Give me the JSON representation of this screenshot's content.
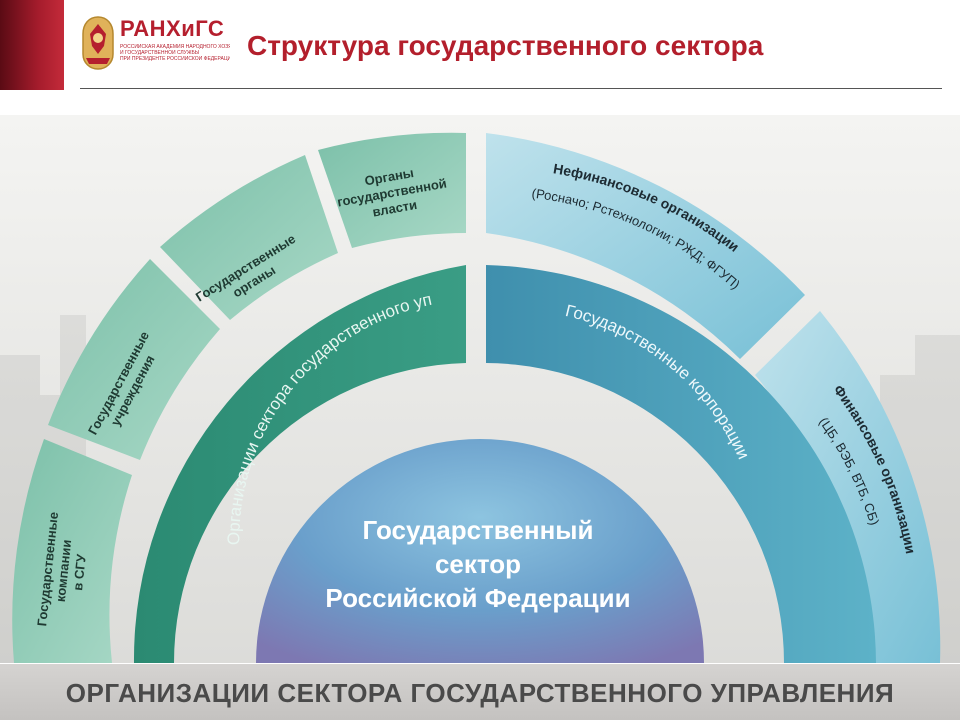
{
  "header": {
    "logo_text": "РАНХиГС",
    "logo_subtitle_lines": [
      "РОССИЙСКАЯ АКАДЕМИЯ НАРОДНОГО ХОЗЯЙСТВА",
      "И ГОСУДАРСТВЕННОЙ СЛУЖБЫ",
      "ПРИ ПРЕЗИДЕНТЕ РОССИЙСКОЙ ФЕДЕРАЦИИ"
    ],
    "title": "Структура государственного сектора"
  },
  "diagram": {
    "center_lines": [
      "Государственный",
      "сектор",
      "Российской Федерации"
    ],
    "ring_left": "Организации сектора государственного управления",
    "ring_right": "Государственные корпорации",
    "left_segments": [
      {
        "lines": [
          "Государственные",
          "компании",
          "в СГУ"
        ]
      },
      {
        "lines": [
          "Государственные",
          "учреждения"
        ]
      },
      {
        "lines": [
          "Государственные",
          "органы"
        ]
      },
      {
        "lines": [
          "Органы",
          "государственной",
          "власти"
        ]
      }
    ],
    "right_segments": [
      {
        "title": "Нефинансовые организации",
        "detail": "(Росначо; Рстехнологии; РЖД; ФГУП)"
      },
      {
        "title": "Финансовые организации",
        "detail": "(ЦБ, ВЭБ, ВТБ, СБ)"
      }
    ],
    "colors": {
      "green_dark": "#2e8b74",
      "green_light": "#8cc9b3",
      "teal": "#4aa0b4",
      "blue_light": "#86c8da",
      "center": "#6fa3c8",
      "footer_text": "#4a4a4a",
      "brand_red": "#b31f2c"
    }
  },
  "footer": {
    "text": "ОРГАНИЗАЦИИ СЕКТОРА ГОСУДАРСТВЕННОГО УПРАВЛЕНИЯ"
  }
}
